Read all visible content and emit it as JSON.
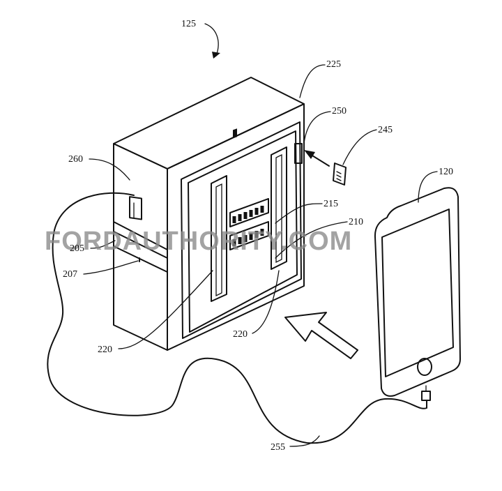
{
  "watermark": "FORDAUTHORITY.COM",
  "labels": {
    "l125": "125",
    "l225": "225",
    "l250": "250",
    "l245": "245",
    "l120": "120",
    "l260": "260",
    "l215": "215",
    "l210": "210",
    "l205": "205",
    "l207": "207",
    "l220a": "220",
    "l220b": "220",
    "l255": "255"
  }
}
